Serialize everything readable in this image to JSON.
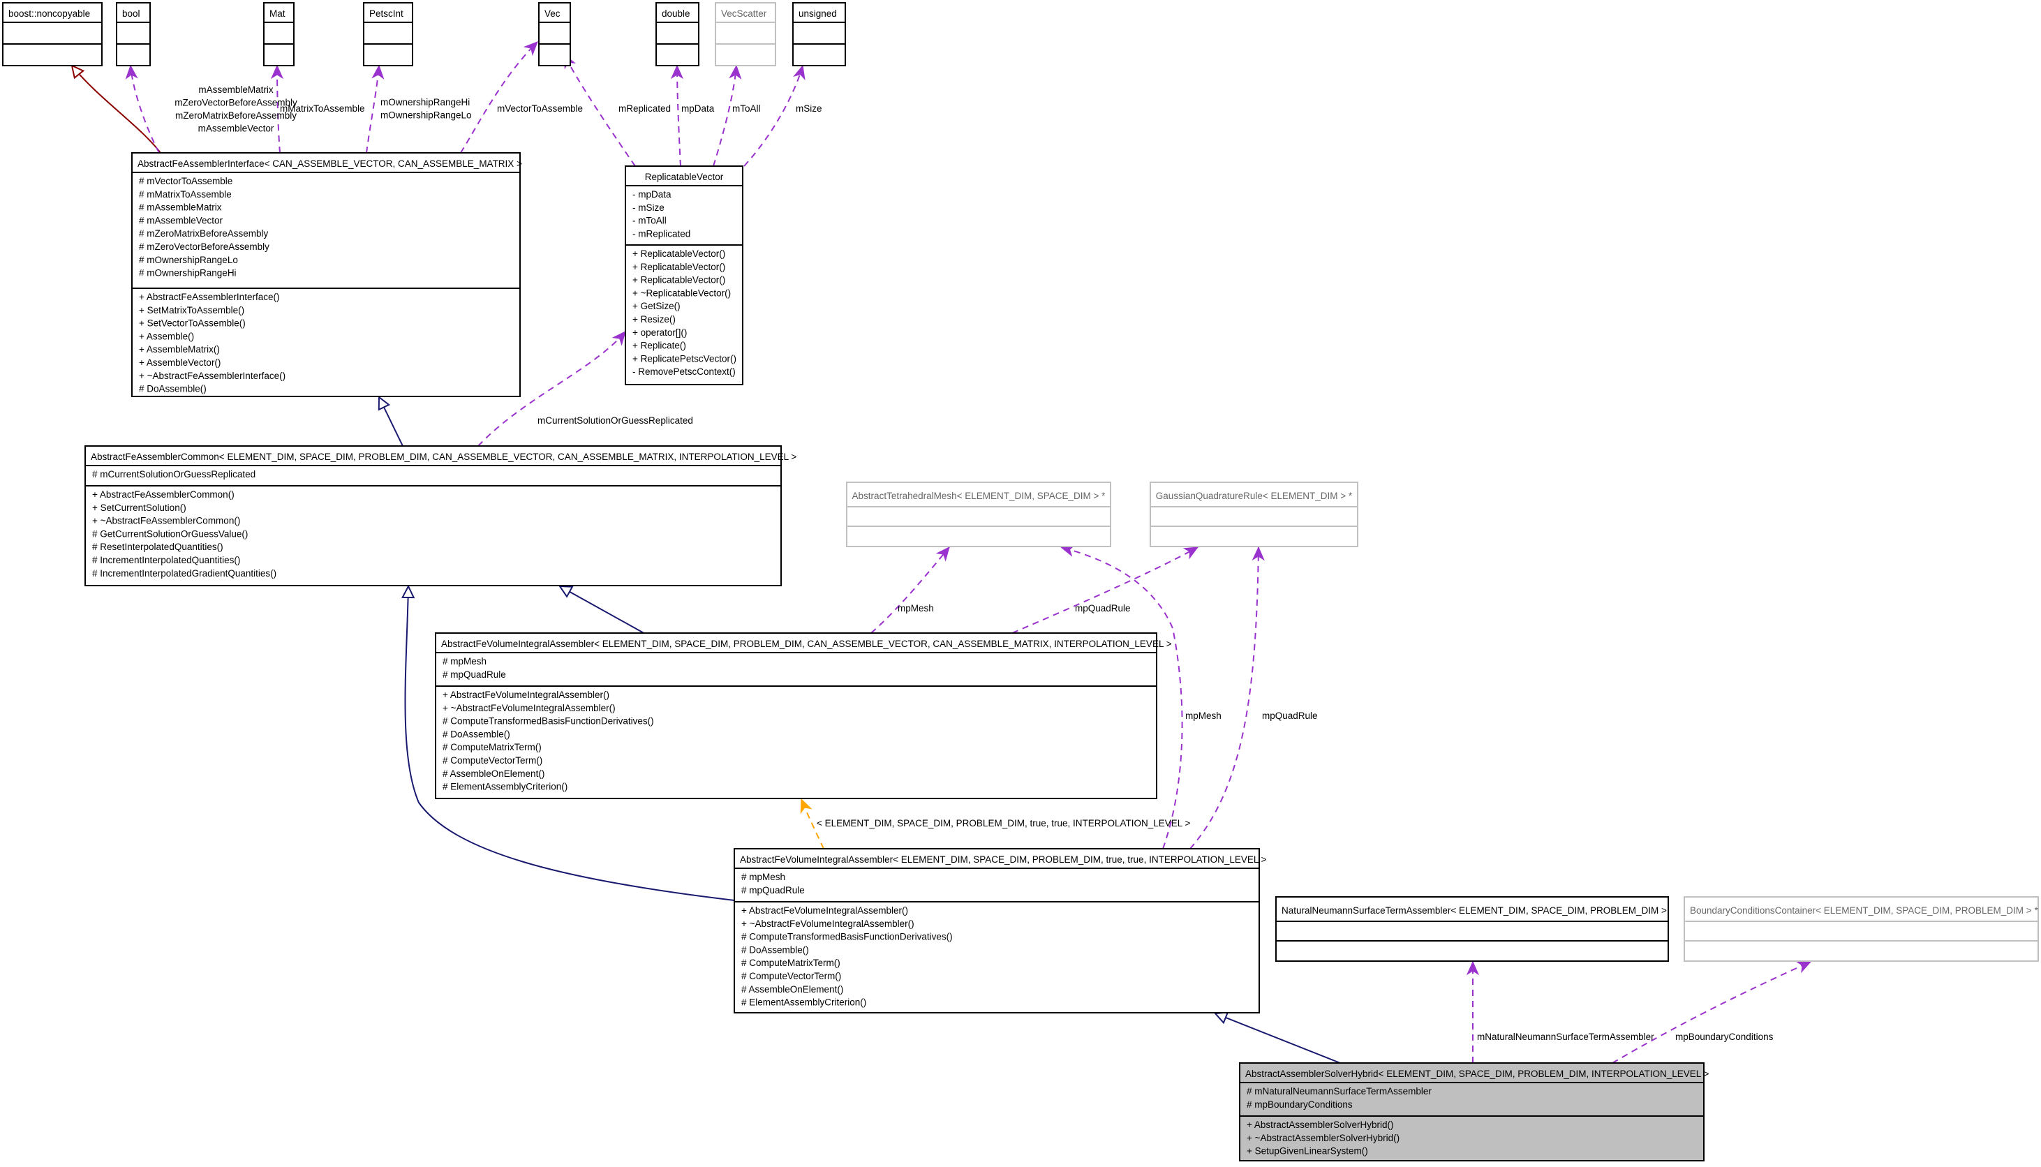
{
  "colors": {
    "inheritance": "#191970",
    "external_inheritance": "#8b0000",
    "usage": "#9a32cd",
    "template_instance": "#ffa500",
    "focus_class_fill": "#bfbfbf",
    "undocumented_border": "#c0c0c0"
  },
  "classes": {
    "noncopyable": {
      "name": "boost::noncopyable"
    },
    "bool": {
      "name": "bool"
    },
    "mat": {
      "name": "Mat"
    },
    "petscint": {
      "name": "PetscInt"
    },
    "vec": {
      "name": "Vec"
    },
    "double": {
      "name": "double"
    },
    "vecscatter": {
      "name": "VecScatter"
    },
    "unsigned": {
      "name": "unsigned"
    },
    "interface": {
      "name": "AbstractFeAssemblerInterface< CAN_ASSEMBLE_VECTOR, CAN_ASSEMBLE_MATRIX >",
      "attributes": [
        "# mVectorToAssemble",
        "# mMatrixToAssemble",
        "# mAssembleMatrix",
        "# mAssembleVector",
        "# mZeroMatrixBeforeAssembly",
        "# mZeroVectorBeforeAssembly",
        "# mOwnershipRangeLo",
        "# mOwnershipRangeHi"
      ],
      "methods": [
        "+ AbstractFeAssemblerInterface()",
        "+ SetMatrixToAssemble()",
        "+ SetVectorToAssemble()",
        "+ Assemble()",
        "+ AssembleMatrix()",
        "+ AssembleVector()",
        "+ ~AbstractFeAssemblerInterface()",
        "# DoAssemble()"
      ]
    },
    "replicable": {
      "name": "ReplicatableVector",
      "attributes": [
        "- mpData",
        "- mSize",
        "- mToAll",
        "- mReplicated"
      ],
      "methods": [
        "+ ReplicatableVector()",
        "+ ReplicatableVector()",
        "+ ReplicatableVector()",
        "+ ~ReplicatableVector()",
        "+ GetSize()",
        "+ Resize()",
        "+ operator[]()",
        "+ Replicate()",
        "+ ReplicatePetscVector()",
        "- RemovePetscContext()"
      ]
    },
    "common": {
      "name": "AbstractFeAssemblerCommon< ELEMENT_DIM, SPACE_DIM, PROBLEM_DIM, CAN_ASSEMBLE_VECTOR, CAN_ASSEMBLE_MATRIX, INTERPOLATION_LEVEL >",
      "attributes": [
        "# mCurrentSolutionOrGuessReplicated"
      ],
      "methods": [
        "+ AbstractFeAssemblerCommon()",
        "+ SetCurrentSolution()",
        "+ ~AbstractFeAssemblerCommon()",
        "# GetCurrentSolutionOrGuessValue()",
        "# ResetInterpolatedQuantities()",
        "# IncrementInterpolatedQuantities()",
        "# IncrementInterpolatedGradientQuantities()"
      ]
    },
    "mesh": {
      "name": "AbstractTetrahedralMesh< ELEMENT_DIM, SPACE_DIM > *"
    },
    "quad": {
      "name": "GaussianQuadratureRule< ELEMENT_DIM > *"
    },
    "volume": {
      "name": "AbstractFeVolumeIntegralAssembler< ELEMENT_DIM, SPACE_DIM, PROBLEM_DIM, CAN_ASSEMBLE_VECTOR, CAN_ASSEMBLE_MATRIX, INTERPOLATION_LEVEL >",
      "attributes": [
        "# mpMesh",
        "# mpQuadRule"
      ],
      "methods": [
        "+ AbstractFeVolumeIntegralAssembler()",
        "+ ~AbstractFeVolumeIntegralAssembler()",
        "# ComputeTransformedBasisFunctionDerivatives()",
        "# DoAssemble()",
        "# ComputeMatrixTerm()",
        "# ComputeVectorTerm()",
        "# AssembleOnElement()",
        "# ElementAssemblyCriterion()"
      ]
    },
    "volume_inst": {
      "name": "AbstractFeVolumeIntegralAssembler< ELEMENT_DIM, SPACE_DIM, PROBLEM_DIM, true, true, INTERPOLATION_LEVEL >",
      "attributes": [
        "# mpMesh",
        "# mpQuadRule"
      ],
      "methods": [
        "+ AbstractFeVolumeIntegralAssembler()",
        "+ ~AbstractFeVolumeIntegralAssembler()",
        "# ComputeTransformedBasisFunctionDerivatives()",
        "# DoAssemble()",
        "# ComputeMatrixTerm()",
        "# ComputeVectorTerm()",
        "# AssembleOnElement()",
        "# ElementAssemblyCriterion()"
      ]
    },
    "neumann": {
      "name": "NaturalNeumannSurfaceTermAssembler< ELEMENT_DIM, SPACE_DIM, PROBLEM_DIM >"
    },
    "bcc": {
      "name": "BoundaryConditionsContainer< ELEMENT_DIM, SPACE_DIM, PROBLEM_DIM > *"
    },
    "hybrid": {
      "name": "AbstractAssemblerSolverHybrid< ELEMENT_DIM, SPACE_DIM, PROBLEM_DIM, INTERPOLATION_LEVEL >",
      "attributes": [
        "# mNaturalNeumannSurfaceTermAssembler",
        "# mpBoundaryConditions"
      ],
      "methods": [
        "+ AbstractAssemblerSolverHybrid()",
        "+ ~AbstractAssemblerSolverHybrid()",
        "+ SetupGivenLinearSystem()"
      ]
    }
  },
  "edge_labels": {
    "interface_bool": [
      "mAssembleMatrix",
      "mZeroVectorBeforeAssembly",
      "mZeroMatrixBeforeAssembly",
      "mAssembleVector"
    ],
    "interface_mat": [
      "mMatrixToAssemble"
    ],
    "interface_petscint": [
      "mOwnershipRangeHi",
      "mOwnershipRangeLo"
    ],
    "interface_vec": [
      "mVectorToAssemble"
    ],
    "replicable_vec": [
      "mReplicated"
    ],
    "replicable_double": [
      "mpData"
    ],
    "replicable_vecscatter": [
      "mToAll"
    ],
    "replicable_unsigned": [
      "mSize"
    ],
    "common_replicable": [
      "mCurrentSolutionOrGuessReplicated"
    ],
    "volume_mesh": [
      "mpMesh"
    ],
    "volume_quad": [
      "mpQuadRule"
    ],
    "inst_mesh": [
      "mpMesh"
    ],
    "inst_quad": [
      "mpQuadRule"
    ],
    "template_args": [
      "< ELEMENT_DIM, SPACE_DIM, PROBLEM_DIM, true, true, INTERPOLATION_LEVEL >"
    ],
    "hybrid_neumann": [
      "mNaturalNeumannSurfaceTermAssembler"
    ],
    "hybrid_bcc": [
      "mpBoundaryConditions"
    ]
  }
}
